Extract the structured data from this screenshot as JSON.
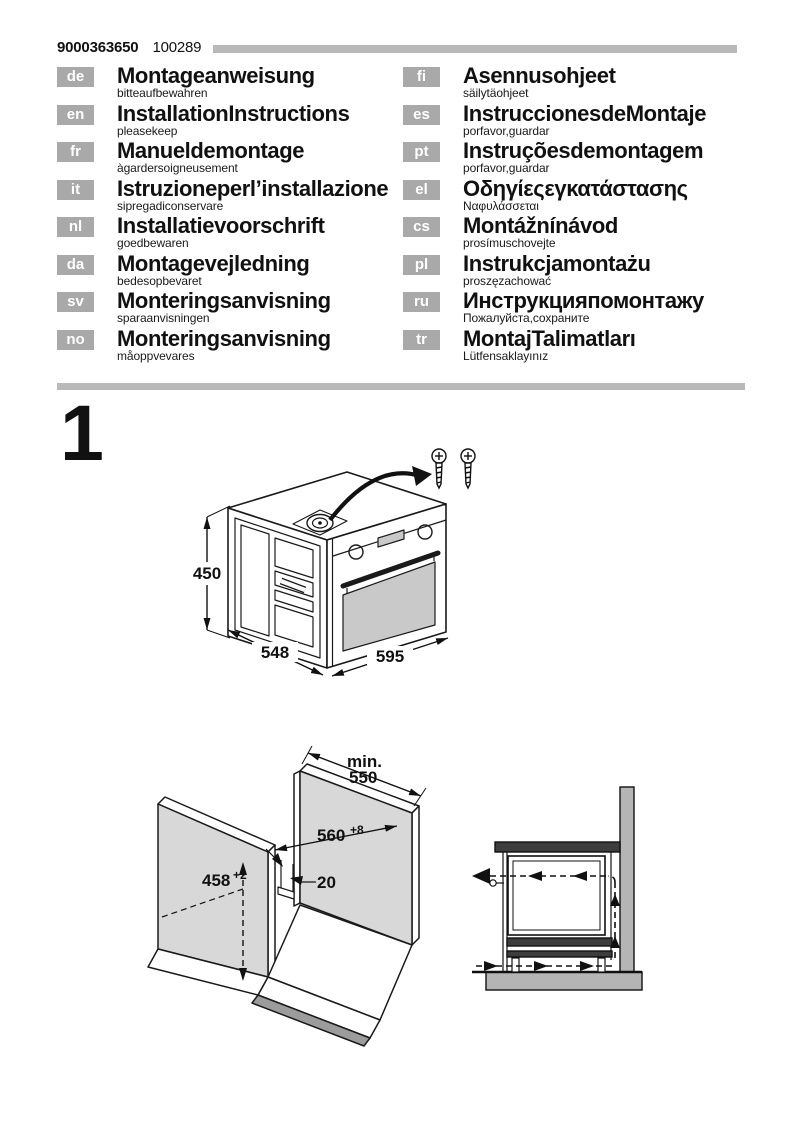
{
  "header": {
    "doc_code": "9000363650",
    "doc_number": "100289"
  },
  "section": {
    "number": "1"
  },
  "languages_left": [
    {
      "code": "de",
      "title": "Montageanweisung",
      "note": "bitteaufbewahren"
    },
    {
      "code": "en",
      "title": "InstallationInstructions",
      "note": "pleasekeep"
    },
    {
      "code": "fr",
      "title": "Manueldemontage",
      "note": "àgardersoigneusement"
    },
    {
      "code": "it",
      "title": "Istruzioneperl’installazione",
      "note": "sipregadiconservare"
    },
    {
      "code": "nl",
      "title": "Installatievoorschrift",
      "note": "goedbewaren"
    },
    {
      "code": "da",
      "title": "Montagevejledning",
      "note": "bedesopbevaret"
    },
    {
      "code": "sv",
      "title": "Monteringsanvisning",
      "note": "sparaanvisningen"
    },
    {
      "code": "no",
      "title": "Monteringsanvisning",
      "note": "måoppvevares"
    }
  ],
  "languages_right": [
    {
      "code": "fi",
      "title": "Asennusohjeet",
      "note": "säilytäohjeet"
    },
    {
      "code": "es",
      "title": "InstruccionesdeMontaje",
      "note": "porfavor,guardar"
    },
    {
      "code": "pt",
      "title": "Instruçõesdemontagem",
      "note": "porfavor,guardar"
    },
    {
      "code": "el",
      "title": "Οδηγίεςεγκατάστασης",
      "note": "Ναφυλάσσεται"
    },
    {
      "code": "cs",
      "title": "Montážnínávod",
      "note": "prosímuschovejte"
    },
    {
      "code": "pl",
      "title": "Instrukcjamontażu",
      "note": "proszęzachować"
    },
    {
      "code": "ru",
      "title": "Инструкцияпомонтажу",
      "note": "Пожалуйста,сохраните"
    },
    {
      "code": "tr",
      "title": "MontajTalimatları",
      "note": "Lütfensaklayınız"
    }
  ],
  "oven_diagram": {
    "height": "450",
    "depth": "548",
    "width": "595"
  },
  "cabinet_diagram": {
    "min_label": "min.",
    "min_value": "550",
    "width": "560",
    "width_tol": "+8",
    "height": "458",
    "height_tol": "+2",
    "rail_offset": "20"
  },
  "colors": {
    "badge_bg": "#a9a9a9",
    "bar": "#b9b9b9",
    "wall_fill": "#d8d8d8",
    "shadow": "#9c9c9c",
    "side_wall": "#b5b5b5",
    "dark_strip": "#3d3d3d",
    "glass": "#c9c9c9"
  }
}
